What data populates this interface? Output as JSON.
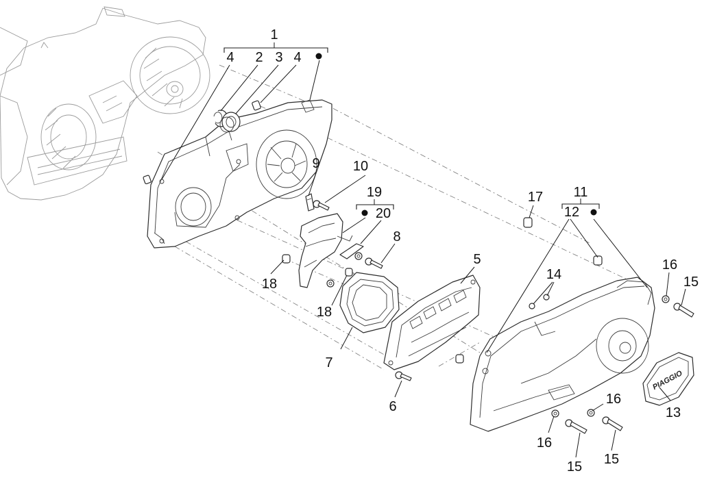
{
  "figure": {
    "type": "exploded-parts-diagram",
    "background": "#ffffff",
    "line_color": "#2b2b2b",
    "ghost_color": "#9a9a9a"
  },
  "callouts": {
    "c1": "1",
    "c2": "2",
    "c3": "3",
    "c4a": "4",
    "c4b": "4",
    "c5": "5",
    "c6": "6",
    "c7": "7",
    "c8": "8",
    "c9": "9",
    "c10": "10",
    "c11": "11",
    "c12": "12",
    "c13": "13",
    "c14": "14",
    "c15a": "15",
    "c15b": "15",
    "c15c": "15",
    "c16a": "16",
    "c16b": "16",
    "c16c": "16",
    "c17": "17",
    "c18a": "18",
    "c18b": "18",
    "c19": "19",
    "c20": "20"
  },
  "markers": {
    "group1_dot": "filled-circle",
    "group11_dot": "filled-circle",
    "group19_dot": "filled-circle"
  },
  "logo_badge": {
    "text": "PIAGGIO"
  }
}
